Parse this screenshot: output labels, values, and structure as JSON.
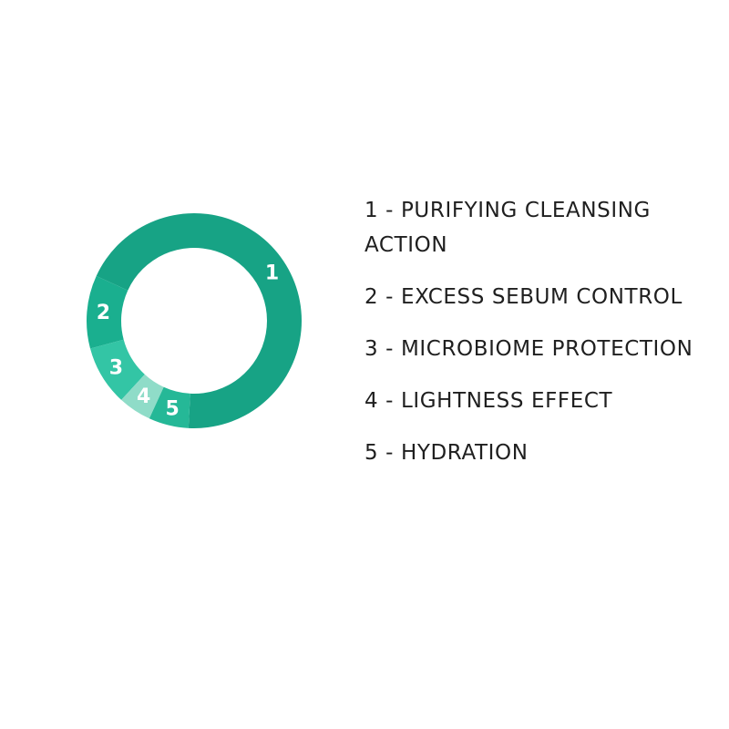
{
  "chart_data": {
    "type": "pie",
    "categories": [
      "1",
      "2",
      "3",
      "4",
      "5"
    ],
    "values": [
      69,
      11,
      9,
      5,
      6
    ],
    "colors": [
      "#17a385",
      "#1aaf8f",
      "#33c5a5",
      "#8fdcc8",
      "#25b897"
    ]
  },
  "legend": {
    "items": [
      "1 - PURIFYING CLEANSING ACTION",
      "2 - EXCESS SEBUM CONTROL",
      "3 - MICROBIOME PROTECTION",
      "4 - LIGHTNESS EFFECT",
      "5 - HYDRATION"
    ]
  }
}
